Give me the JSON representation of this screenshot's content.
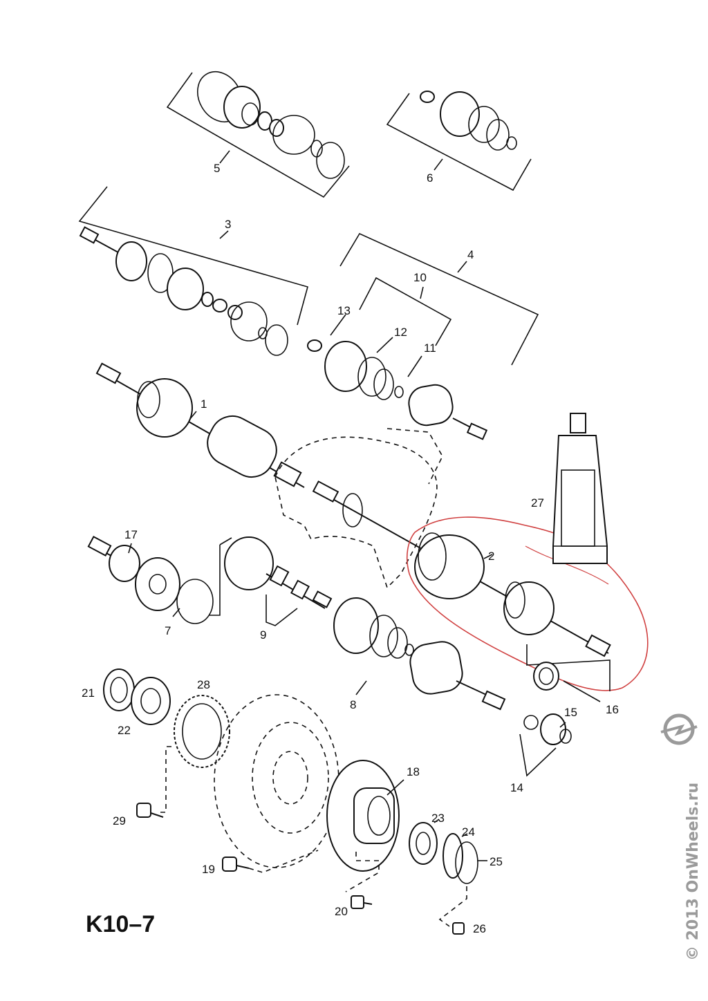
{
  "diagram": {
    "code": "K10–7",
    "watermark": "© 2013 OnWheels.ru",
    "logo": "opel-blitz-icon",
    "callouts": [
      {
        "id": "c1",
        "text": "1"
      },
      {
        "id": "c2",
        "text": "2"
      },
      {
        "id": "c3",
        "text": "3"
      },
      {
        "id": "c4",
        "text": "4"
      },
      {
        "id": "c5",
        "text": "5"
      },
      {
        "id": "c6",
        "text": "6"
      },
      {
        "id": "c7",
        "text": "7"
      },
      {
        "id": "c8",
        "text": "8"
      },
      {
        "id": "c9",
        "text": "9"
      },
      {
        "id": "c10",
        "text": "10"
      },
      {
        "id": "c11",
        "text": "11"
      },
      {
        "id": "c12",
        "text": "12"
      },
      {
        "id": "c13",
        "text": "13"
      },
      {
        "id": "c14",
        "text": "14"
      },
      {
        "id": "c15",
        "text": "15"
      },
      {
        "id": "c16",
        "text": "16"
      },
      {
        "id": "c17",
        "text": "17"
      },
      {
        "id": "c18",
        "text": "18"
      },
      {
        "id": "c19",
        "text": "19"
      },
      {
        "id": "c20",
        "text": "20"
      },
      {
        "id": "c21",
        "text": "21"
      },
      {
        "id": "c22",
        "text": "22"
      },
      {
        "id": "c23",
        "text": "23"
      },
      {
        "id": "c24",
        "text": "24"
      },
      {
        "id": "c25",
        "text": "25"
      },
      {
        "id": "c26",
        "text": "26"
      },
      {
        "id": "c27",
        "text": "27"
      },
      {
        "id": "c28",
        "text": "28"
      },
      {
        "id": "c29",
        "text": "29"
      }
    ],
    "highlight_color": "#d04040"
  }
}
